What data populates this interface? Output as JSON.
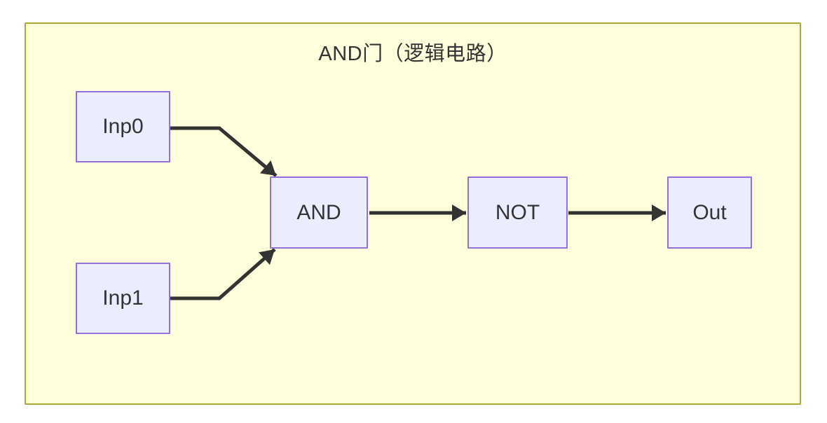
{
  "diagram": {
    "title": "AND门（逻辑电路）",
    "type": "flowchart",
    "nodes": [
      {
        "id": "inp0",
        "label": "Inp0"
      },
      {
        "id": "inp1",
        "label": "Inp1"
      },
      {
        "id": "and",
        "label": "AND"
      },
      {
        "id": "not",
        "label": "NOT"
      },
      {
        "id": "out",
        "label": "Out"
      }
    ],
    "edges": [
      {
        "from": "Inp0",
        "to": "AND"
      },
      {
        "from": "Inp1",
        "to": "AND"
      },
      {
        "from": "AND",
        "to": "NOT"
      },
      {
        "from": "NOT",
        "to": "Out"
      }
    ],
    "colors": {
      "page_background": "#ffffff",
      "subgraph_fill": "#ffffde",
      "subgraph_border": "#aaaa33",
      "node_fill": "#ececff",
      "node_border": "#9370db",
      "edge_color": "#333333",
      "text_color": "#333333"
    }
  }
}
